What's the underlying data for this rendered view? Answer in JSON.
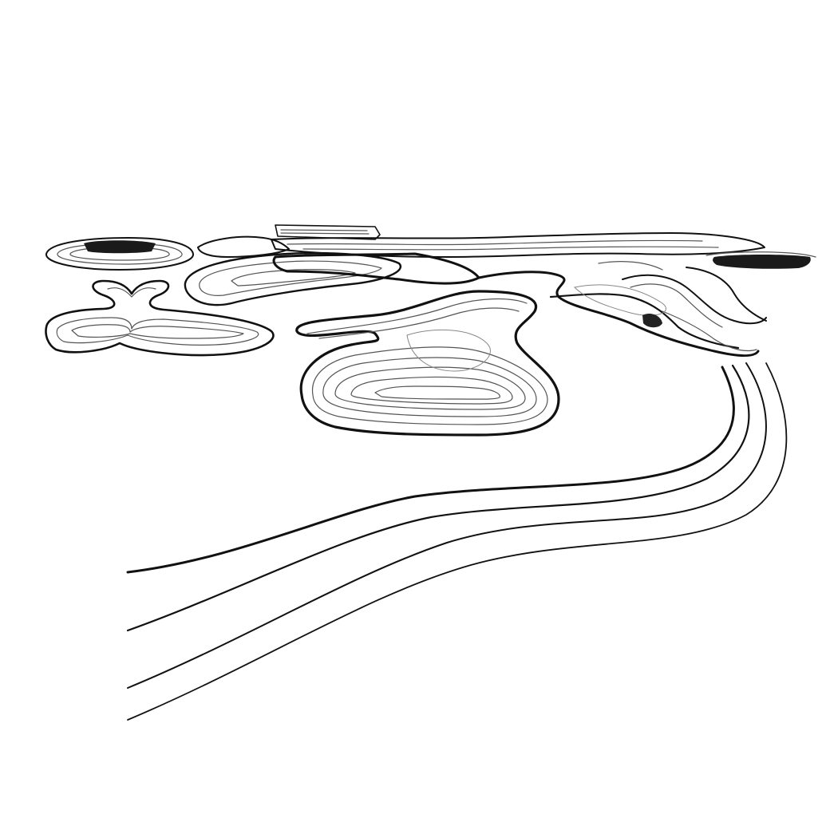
{
  "colors": {
    "background": "#ffffff",
    "ink": "#111111",
    "mid_gray": "#777777",
    "light_gray": "#bbbbbb"
  },
  "drawing": {
    "style": "monochrome contour line sketch",
    "elements": [
      "flowing-path-lines",
      "central-contour-island",
      "left-butterfly-island",
      "left-small-disc",
      "right-channel-structures",
      "top-plateau-structures"
    ]
  }
}
